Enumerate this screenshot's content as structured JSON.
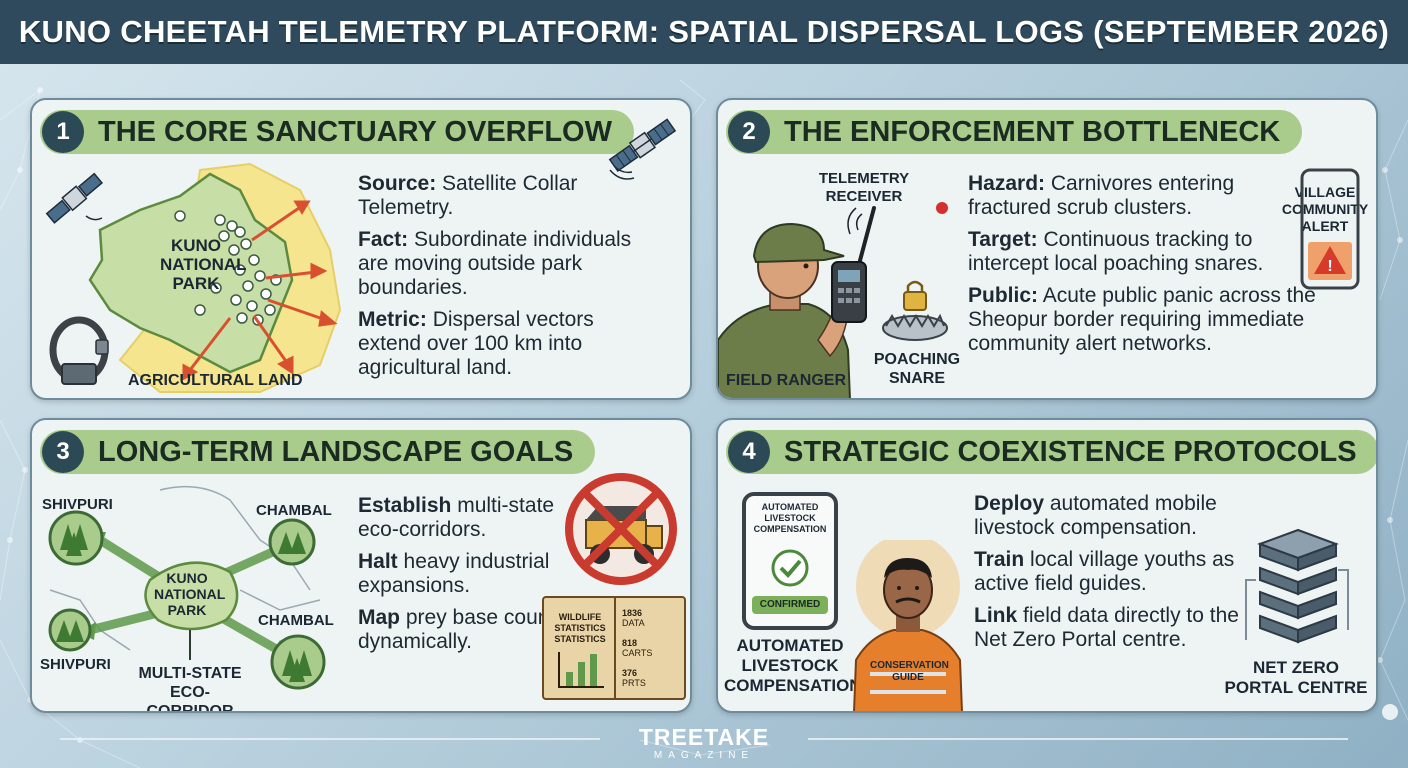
{
  "header": {
    "title": "KUNO CHEETAH TELEMETRY PLATFORM: SPATIAL DISPERSAL LOGS (SEPTEMBER 2026)"
  },
  "panels": [
    {
      "number": "1",
      "title": "THE CORE SANCTUARY OVERFLOW",
      "map": {
        "park_label": "KUNO NATIONAL PARK",
        "land_label": "AGRICULTURAL LAND"
      },
      "items": [
        {
          "label": "Source:",
          "text": "Satellite Collar Telemetry."
        },
        {
          "label": "Fact:",
          "text": "Subordinate individuals are moving outside park boundaries."
        },
        {
          "label": "Metric:",
          "text": "Dispersal vectors extend over 100 km into agricultural land."
        }
      ]
    },
    {
      "number": "2",
      "title": "THE ENFORCEMENT BOTTLENECK",
      "receiver_label": "TELEMETRY RECEIVER",
      "ranger_label": "FIELD RANGER",
      "snare_label": "POACHING SNARE",
      "alert_label": "VILLAGE COMMUNITY ALERT",
      "items": [
        {
          "label": "Hazard:",
          "text": "Carnivores entering fractured scrub clusters."
        },
        {
          "label": "Target:",
          "text": "Continuous tracking to intercept local poaching snares."
        },
        {
          "label": "Public:",
          "text": "Acute public panic across the Sheopur border requiring immediate community alert networks."
        }
      ]
    },
    {
      "number": "3",
      "title": "LONG-TERM LANDSCAPE GOALS",
      "map": {
        "park_label": "KUNO NATIONAL PARK",
        "nodes": [
          "SHIVPURI",
          "CHAMBAL",
          "SHIVPURI",
          "CHAMBAL"
        ],
        "corridor_label": "MULTI-STATE ECO-CORRIDOR"
      },
      "book": {
        "title": "WILDLIFE STATISTICS STATISTICS",
        "rows": [
          {
            "value": "1836",
            "unit": "DATA"
          },
          {
            "value": "818",
            "unit": "CARTS"
          },
          {
            "value": "376",
            "unit": "PRTS"
          }
        ]
      },
      "items": [
        {
          "label": "Establish",
          "text": "multi-state eco-corridors."
        },
        {
          "label": "Halt",
          "text": "heavy industrial expansions."
        },
        {
          "label": "Map",
          "text": "prey base counts dynamically."
        }
      ]
    },
    {
      "number": "4",
      "title": "STRATEGIC COEXISTENCE PROTOCOLS",
      "phone": {
        "header": "AUTOMATED LIVESTOCK COMPENSATION",
        "status": "CONFIRMED"
      },
      "phone_caption": "AUTOMATED LIVESTOCK COMPENSATION",
      "guide_vest": "CONSERVATION GUIDE",
      "server_label": "NET ZERO PORTAL CENTRE",
      "items": [
        {
          "label": "Deploy",
          "text": "automated mobile livestock compensation."
        },
        {
          "label": "Train",
          "text": "local village youths as active field guides."
        },
        {
          "label": "Link",
          "text": "field data directly to the Net Zero Portal centre."
        }
      ]
    }
  ],
  "footer": {
    "brand": "TREETAKE",
    "sub": "MAGAZINE"
  },
  "colors": {
    "title_bar": "#2e4a5c",
    "pill": "#a9cc8c",
    "number_badge": "#2c4a55",
    "arrow": "#d9502f",
    "forest": "#5e9a4a"
  }
}
